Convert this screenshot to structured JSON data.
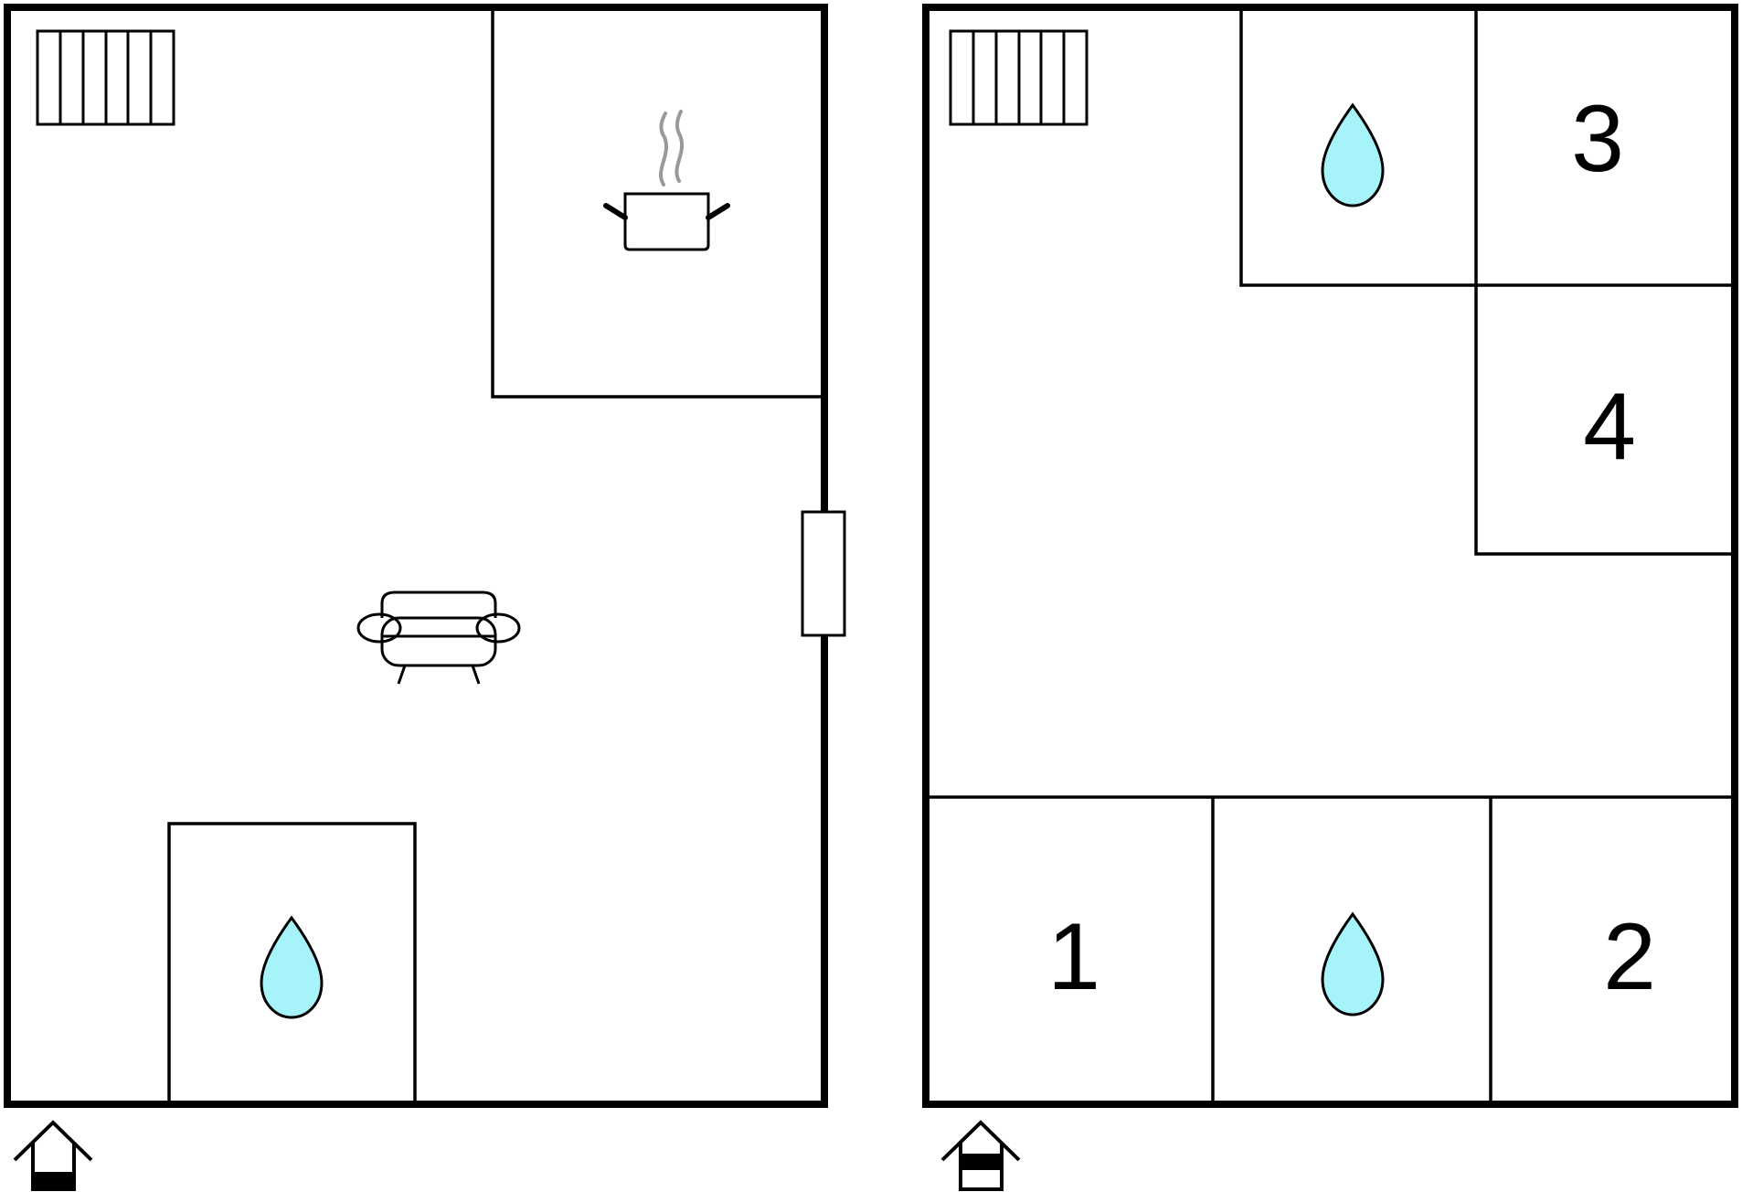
{
  "floors": [
    {
      "rooms": [],
      "icons": [
        "radiator-icon",
        "cooking-pot-icon",
        "sofa-icon",
        "water-drop-icon",
        "door-icon",
        "entrance-house-icon"
      ]
    },
    {
      "rooms": [
        {
          "label": "1"
        },
        {
          "label": "2"
        },
        {
          "label": "3"
        },
        {
          "label": "4"
        }
      ],
      "icons": [
        "radiator-icon",
        "water-drop-icon",
        "water-drop-icon",
        "entrance-house-icon"
      ]
    }
  ],
  "colors": {
    "line": "#000000",
    "water": "#a6f3fa",
    "steam": "#999999",
    "background": "#ffffff"
  }
}
